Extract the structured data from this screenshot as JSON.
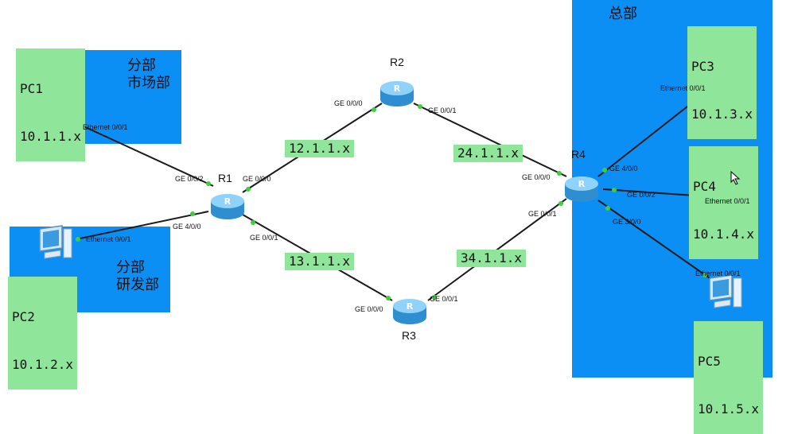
{
  "zones": {
    "branch_market": {
      "line1": "分部",
      "line2": "市场部"
    },
    "branch_rd": {
      "line1": "分部",
      "line2": "研发部"
    },
    "hq": {
      "label": "总部"
    }
  },
  "pcs": {
    "pc1": {
      "name": "PC1",
      "ip": "10.1.1.x"
    },
    "pc2": {
      "name": "PC2",
      "ip": "10.1.2.x"
    },
    "pc3": {
      "name": "PC3",
      "ip": "10.1.3.x"
    },
    "pc4": {
      "name": "PC4",
      "ip": "10.1.4.x"
    },
    "pc5": {
      "name": "PC5",
      "ip": "10.1.5.x"
    }
  },
  "routers": {
    "r1": "R1",
    "r2": "R2",
    "r3": "R3",
    "r4": "R4"
  },
  "networks": {
    "r1_r2": "12.1.1.x",
    "r1_r3": "13.1.1.x",
    "r2_r4": "24.1.1.x",
    "r3_r4": "34.1.1.x"
  },
  "interfaces": {
    "pc1_eth": "Ethernet 0/0/1",
    "pc2_eth": "Ethernet 0/0/1",
    "pc3_eth": "Ethernet 0/0/1",
    "pc4_eth": "Ethernet 0/0/1",
    "pc5_eth": "Ethernet 0/0/1",
    "r1_ge002": "GE 0/0/2",
    "r1_ge400": "GE 4/0/0",
    "r1_ge000": "GE 0/0/0",
    "r1_ge001": "GE 0/0/1",
    "r2_ge000": "GE 0/0/0",
    "r2_ge001": "GE 0/0/1",
    "r3_ge000": "GE 0/0/0",
    "r3_ge001": "GE 0/0/1",
    "r4_ge000": "GE 0/0/0",
    "r4_ge001": "GE 0/0/1",
    "r4_ge400": "GE 4/0/0",
    "r4_ge002": "GE 0/0/2",
    "r4_ge300": "GE 3/0/0"
  },
  "colors": {
    "zone": "#0b8ff5",
    "label_bg": "#8fe59a",
    "link": "#1a1a1a",
    "port": "#3ecf3e",
    "router": "#5ab8f0"
  }
}
